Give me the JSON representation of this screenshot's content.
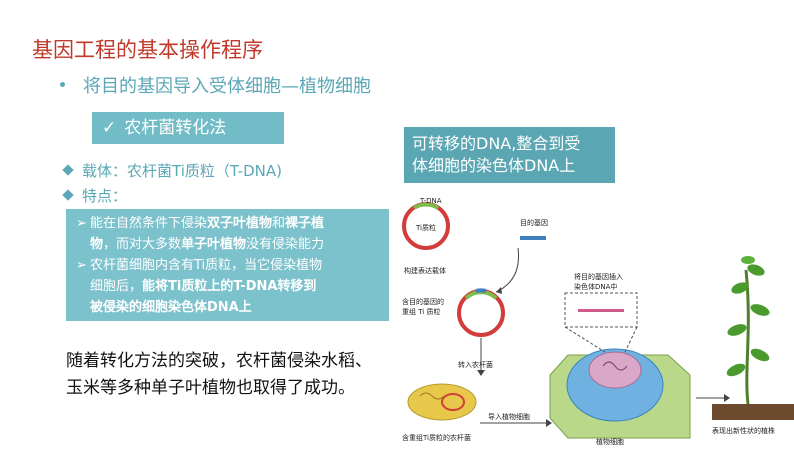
{
  "title": "基因工程的基本操作程序",
  "subtitle": "将目的基因导入受体细胞—植物细胞",
  "method": {
    "check": "✓",
    "label": "农杆菌转化法"
  },
  "callout": {
    "line1": "可转移的DNA,整合到受",
    "line2": "体细胞的染色体DNA上"
  },
  "carrier": "载体：农杆菌Ti质粒（T-DNA)",
  "features": "特点：",
  "feature_box": {
    "l1a": "能在自然条件下侵染",
    "l1b": "双子叶植物",
    "l1c": "和",
    "l1d": "裸子植",
    "l2a": "物",
    "l2b": "，而对大多数",
    "l2c": "单子叶植物",
    "l2d": "没有侵染能力",
    "l3": "农杆菌细胞内含有Ti质粒，当它侵染植物",
    "l4a": "细胞后，",
    "l4b": "能将Ti质粒上的T-DNA转移到",
    "l5": "被侵染的细胞染色体DNA上"
  },
  "para": {
    "line1": "随着转化方法的突破，农杆菌侵染水稻、",
    "line2": "玉米等多种单子叶植物也取得了成功。"
  },
  "diagram": {
    "tdna": "T-DNA",
    "ti_plasmid": "Ti质粒",
    "target_gene": "目的基因",
    "build_vector": "构建表达载体",
    "recomb_1": "含目的基因的",
    "recomb_2": "重组  Ti 质粒",
    "into_agro": "转入农杆菌",
    "insert_1": "将目的基因插入",
    "insert_2": "染色体DNA中",
    "into_plant": "导入植物细胞",
    "agro_label": "含重组Ti质粒的农杆菌",
    "plant_cell": "植物细胞",
    "new_plant": "表现出新性状的植株"
  }
}
